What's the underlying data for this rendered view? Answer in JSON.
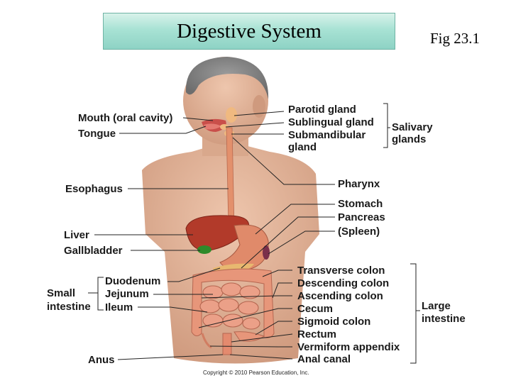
{
  "title": "Digestive System",
  "figure": "Fig 23.1",
  "copyright": "Copyright © 2010 Pearson Education, Inc.",
  "labels_left": {
    "mouth": "Mouth (oral cavity)",
    "tongue": "Tongue",
    "esophagus": "Esophagus",
    "liver": "Liver",
    "gallbladder": "Gallbladder",
    "duodenum": "Duodenum",
    "jejunum": "Jejunum",
    "ileum": "Ileum",
    "small_intestine_line1": "Small",
    "small_intestine_line2": "intestine",
    "anus": "Anus"
  },
  "labels_right": {
    "parotid": "Parotid gland",
    "sublingual": "Sublingual gland",
    "submandibular_line1": "Submandibular",
    "submandibular_line2": "gland",
    "salivary_line1": "Salivary",
    "salivary_line2": "glands",
    "pharynx": "Pharynx",
    "stomach": "Stomach",
    "pancreas": "Pancreas",
    "spleen": "(Spleen)",
    "transverse_colon": "Transverse colon",
    "descending_colon": "Descending colon",
    "ascending_colon": "Ascending colon",
    "cecum": "Cecum",
    "sigmoid_colon": "Sigmoid colon",
    "rectum": "Rectum",
    "appendix": "Vermiform appendix",
    "anal_canal": "Anal canal",
    "large_intestine_line1": "Large",
    "large_intestine_line2": "intestine"
  },
  "colors": {
    "skin": "#e2b49a",
    "skin_shadow": "#c99277",
    "liver": "#b23a2a",
    "gallbladder": "#2f8a2a",
    "stomach": "#e08a6a",
    "intestine": "#e7967a",
    "intestine_dark": "#c46a52",
    "esophagus": "#e3906c",
    "pancreas": "#e8b870",
    "title_bg": "#a8e2d4"
  }
}
